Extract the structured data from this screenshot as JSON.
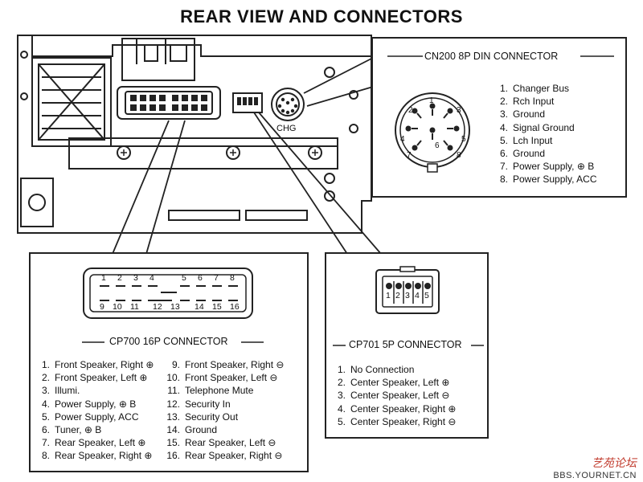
{
  "title": "REAR VIEW AND CONNECTORS",
  "chg_label": "CHG",
  "cn200": {
    "heading": "CN200 8P DIN CONNECTOR",
    "pins": [
      {
        "n": "1.",
        "label": "Changer Bus"
      },
      {
        "n": "2.",
        "label": "Rch Input"
      },
      {
        "n": "3.",
        "label": "Ground"
      },
      {
        "n": "4.",
        "label": "Signal Ground"
      },
      {
        "n": "5.",
        "label": "Lch Input"
      },
      {
        "n": "6.",
        "label": "Ground"
      },
      {
        "n": "7.",
        "label": "Power Supply, ⊕ B"
      },
      {
        "n": "8.",
        "label": "Power Supply, ACC"
      }
    ],
    "diagram_numbers": [
      "1",
      "2",
      "3",
      "4",
      "5",
      "6",
      "7",
      "8"
    ]
  },
  "cp700": {
    "heading": "CP700 16P CONNECTOR",
    "top_numbers": [
      "1",
      "2",
      "3",
      "4",
      "5",
      "6",
      "7",
      "8"
    ],
    "bottom_numbers": [
      "9",
      "10",
      "11",
      "12",
      "13",
      "14",
      "15",
      "16"
    ],
    "pins_left": [
      {
        "n": "1.",
        "label": "Front Speaker, Right ⊕"
      },
      {
        "n": "2.",
        "label": "Front Speaker, Left ⊕"
      },
      {
        "n": "3.",
        "label": "Illumi."
      },
      {
        "n": "4.",
        "label": "Power Supply, ⊕ B"
      },
      {
        "n": "5.",
        "label": "Power Supply, ACC"
      },
      {
        "n": "6.",
        "label": "Tuner, ⊕ B"
      },
      {
        "n": "7.",
        "label": "Rear Speaker, Left ⊕"
      },
      {
        "n": "8.",
        "label": "Rear Speaker, Right ⊕"
      }
    ],
    "pins_right": [
      {
        "n": "9.",
        "label": "Front Speaker, Right ⊖"
      },
      {
        "n": "10.",
        "label": "Front Speaker, Left ⊖"
      },
      {
        "n": "11.",
        "label": "Telephone Mute"
      },
      {
        "n": "12.",
        "label": "Security In"
      },
      {
        "n": "13.",
        "label": "Security Out"
      },
      {
        "n": "14.",
        "label": "Ground"
      },
      {
        "n": "15.",
        "label": "Rear Speaker, Left ⊖"
      },
      {
        "n": "16.",
        "label": "Rear Speaker, Right ⊖"
      }
    ]
  },
  "cp701": {
    "heading": "CP701 5P CONNECTOR",
    "numbers": [
      "1",
      "2",
      "3",
      "4",
      "5"
    ],
    "pins": [
      {
        "n": "1.",
        "label": "No Connection"
      },
      {
        "n": "2.",
        "label": "Center Speaker, Left ⊕"
      },
      {
        "n": "3.",
        "label": "Center Speaker, Left ⊖"
      },
      {
        "n": "4.",
        "label": "Center Speaker, Right ⊕"
      },
      {
        "n": "5.",
        "label": "Center Speaker, Right ⊖"
      }
    ]
  },
  "watermark": {
    "site_cn": "艺苑论坛",
    "url": "BBS.YOURNET.CN"
  }
}
